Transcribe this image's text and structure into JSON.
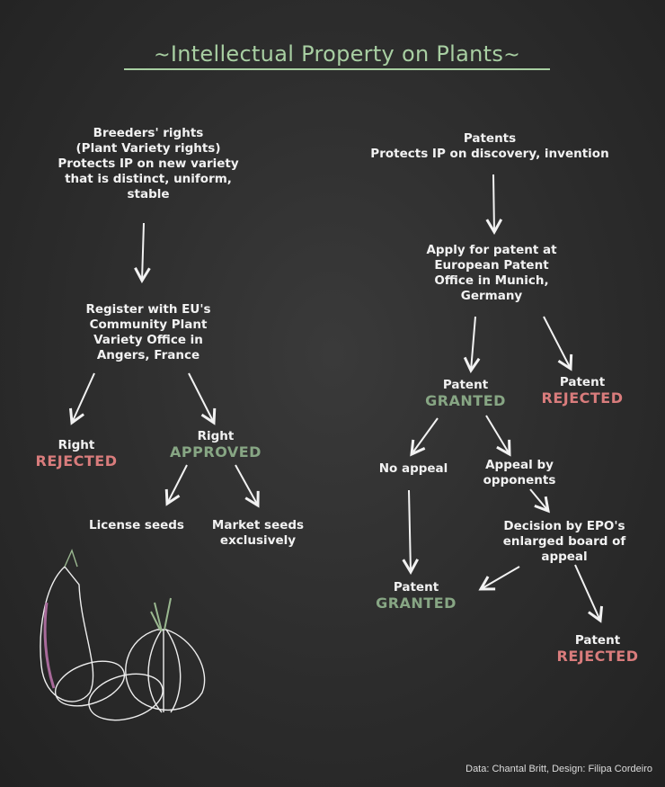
{
  "title": "Intellectual Property on Plants",
  "colors": {
    "title": "#a8cfa2",
    "approved": "#87a684",
    "rejected": "#d97c7c",
    "background": "#2c2c2c"
  },
  "left": {
    "breeders": [
      "Breeders' rights",
      "(Plant Variety rights)",
      "Protects IP on new variety",
      "that is distinct, uniform,",
      "stable"
    ],
    "register": [
      "Register with EU's",
      "Community Plant",
      "Variety Office in",
      "Angers, France"
    ],
    "rejected": {
      "label": "Right",
      "status": "REJECTED"
    },
    "approved": {
      "label": "Right",
      "status": "APPROVED"
    },
    "license": "License seeds",
    "market": [
      "Market seeds",
      "exclusively"
    ]
  },
  "right": {
    "patents": [
      "Patents",
      "Protects IP on discovery, invention"
    ],
    "apply": [
      "Apply for patent at",
      "European Patent",
      "Office  in Munich,",
      "Germany"
    ],
    "granted": {
      "label": "Patent",
      "status": "GRANTED"
    },
    "rejected": {
      "label": "Patent",
      "status": "REJECTED"
    },
    "no_appeal": "No appeal",
    "appeal": [
      "Appeal by",
      "opponents"
    ],
    "decision": [
      "Decision by EPO's",
      "enlarged board of",
      "appeal"
    ],
    "granted2": {
      "label": "Patent",
      "status": "GRANTED"
    },
    "rejected2": {
      "label": "Patent",
      "status": "REJECTED"
    }
  },
  "credit": "Data: Chantal Britt, Design: Filipa Cordeiro"
}
